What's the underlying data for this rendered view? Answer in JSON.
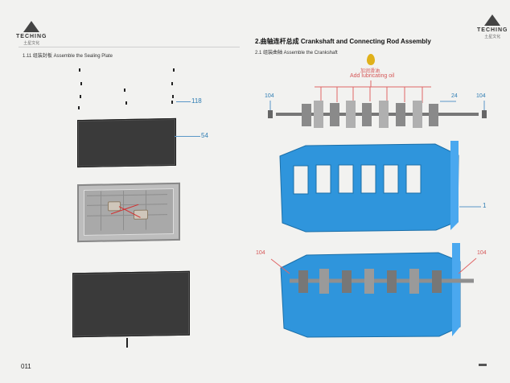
{
  "book": {
    "brand": "TECHING",
    "brand_sub": "土星文化"
  },
  "left_page": {
    "section_title": "1.11 组装封板 Assemble the Sealing Plate",
    "page_number": "011",
    "labels": {
      "screw_callout": "118",
      "plate_callout": "54"
    }
  },
  "right_page": {
    "title": "2.曲轴连杆总成 Crankshaft and Connecting Rod Assembly",
    "subtitle": "2.1 组装曲轴 Assemble the Crankshaft",
    "oil_cn": "加润滑油",
    "oil_en": "Add lubricating oil",
    "labels": {
      "top_left_104": "104",
      "top_right_24": "24",
      "top_right_104": "104",
      "block_label": "1",
      "bottom_left_104": "104",
      "bottom_right_104": "104"
    }
  }
}
